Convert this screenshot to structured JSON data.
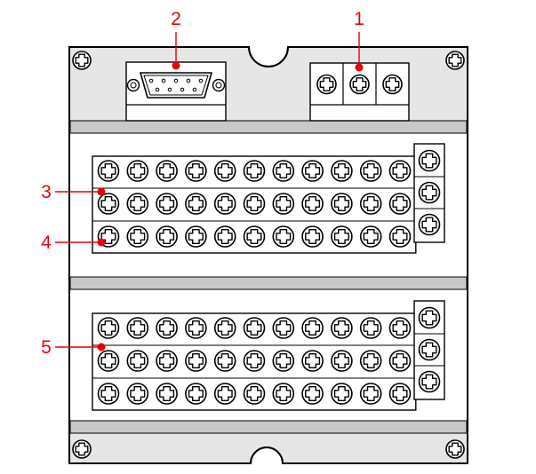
{
  "callouts": [
    {
      "label": "1",
      "color": "#e8000b"
    },
    {
      "label": "2",
      "color": "#e8000b"
    },
    {
      "label": "3",
      "color": "#e8000b"
    },
    {
      "label": "4",
      "color": "#e8000b"
    },
    {
      "label": "5",
      "color": "#e8000b"
    }
  ],
  "colors": {
    "panel_fill": "#e6e6e6",
    "divider_fill": "#c8c8c8",
    "outline": "#000000",
    "screw_fill": "#ffffff",
    "callout": "#e8000b"
  },
  "top_terminals": {
    "screw_count": 3,
    "icon": "screw-icon"
  },
  "serial_port": {
    "pin_rows": [
      5,
      4
    ],
    "icon": "db9-connector-icon"
  },
  "upper_block": {
    "rows": 3,
    "columns": 11,
    "side_screws": 3
  },
  "lower_block": {
    "rows": 3,
    "columns": 11,
    "side_screws": 3
  },
  "corner_screws": 4
}
